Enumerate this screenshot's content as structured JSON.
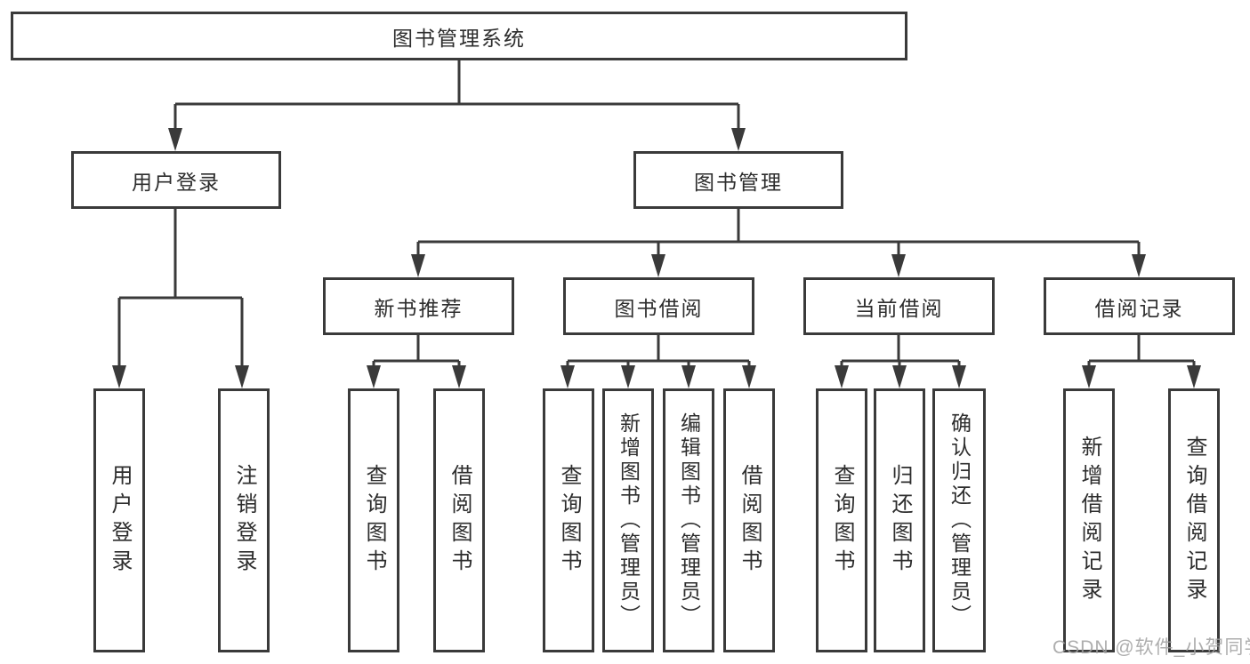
{
  "diagram": {
    "root": "图书管理系统",
    "level2": [
      "用户登录",
      "图书管理"
    ],
    "level3": [
      "新书推荐",
      "图书借阅",
      "当前借阅",
      "借阅记录"
    ],
    "leaves": {
      "user_login": [
        "用户登录",
        "注销登录"
      ],
      "new_books": [
        "查询图书",
        "借阅图书"
      ],
      "book_borrow": [
        "查询图书",
        "新增图书（管理员）",
        "编辑图书（管理员）",
        "借阅图书"
      ],
      "current_borrow": [
        "查询图书",
        "归还图书",
        "确认归还（管理员）"
      ],
      "borrow_records": [
        "新增借阅记录",
        "查询借阅记录"
      ]
    }
  },
  "watermark": "CSDN @软件_小贺同学",
  "colors": {
    "line": "#3a3a3a",
    "text": "#2d2d2d",
    "watermark": "#a0a0a0",
    "background": "#ffffff"
  }
}
